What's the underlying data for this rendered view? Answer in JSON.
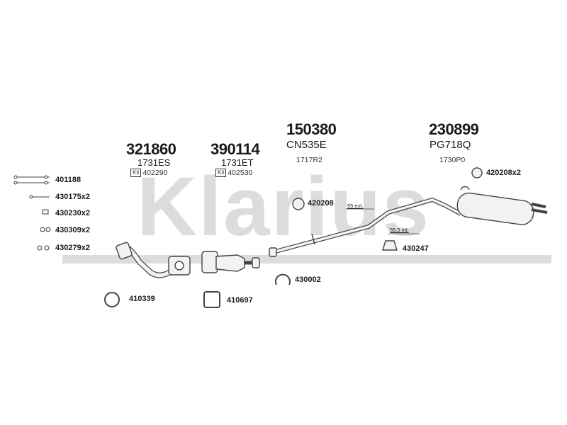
{
  "watermark": "Klarius",
  "colors": {
    "watermark": "#dcdcdc",
    "line": "#444444",
    "part_fill": "#f2f2f2"
  },
  "main_parts": [
    {
      "number": "321860",
      "ref": "1731ES",
      "kit_badge": "Kit",
      "kit": "402290"
    },
    {
      "number": "390114",
      "ref": "1731ET",
      "kit_badge": "Kit",
      "kit": "402530"
    },
    {
      "number": "150380",
      "ref": "CN535E",
      "sub_ref": "1717R2"
    },
    {
      "number": "230899",
      "ref": "PG718Q",
      "sub_ref": "1730P0"
    }
  ],
  "hardware_left": [
    "401188",
    "430175x2",
    "430230x2",
    "430309x2",
    "430279x2"
  ],
  "hardware_other": {
    "h420208x2": "420208x2",
    "h420208": "420208",
    "h430247": "430247",
    "h430002": "430002",
    "h410339": "410339",
    "h410697": "410697"
  },
  "measurements": {
    "ext": "55 ext.",
    "int": "55.5 int."
  }
}
